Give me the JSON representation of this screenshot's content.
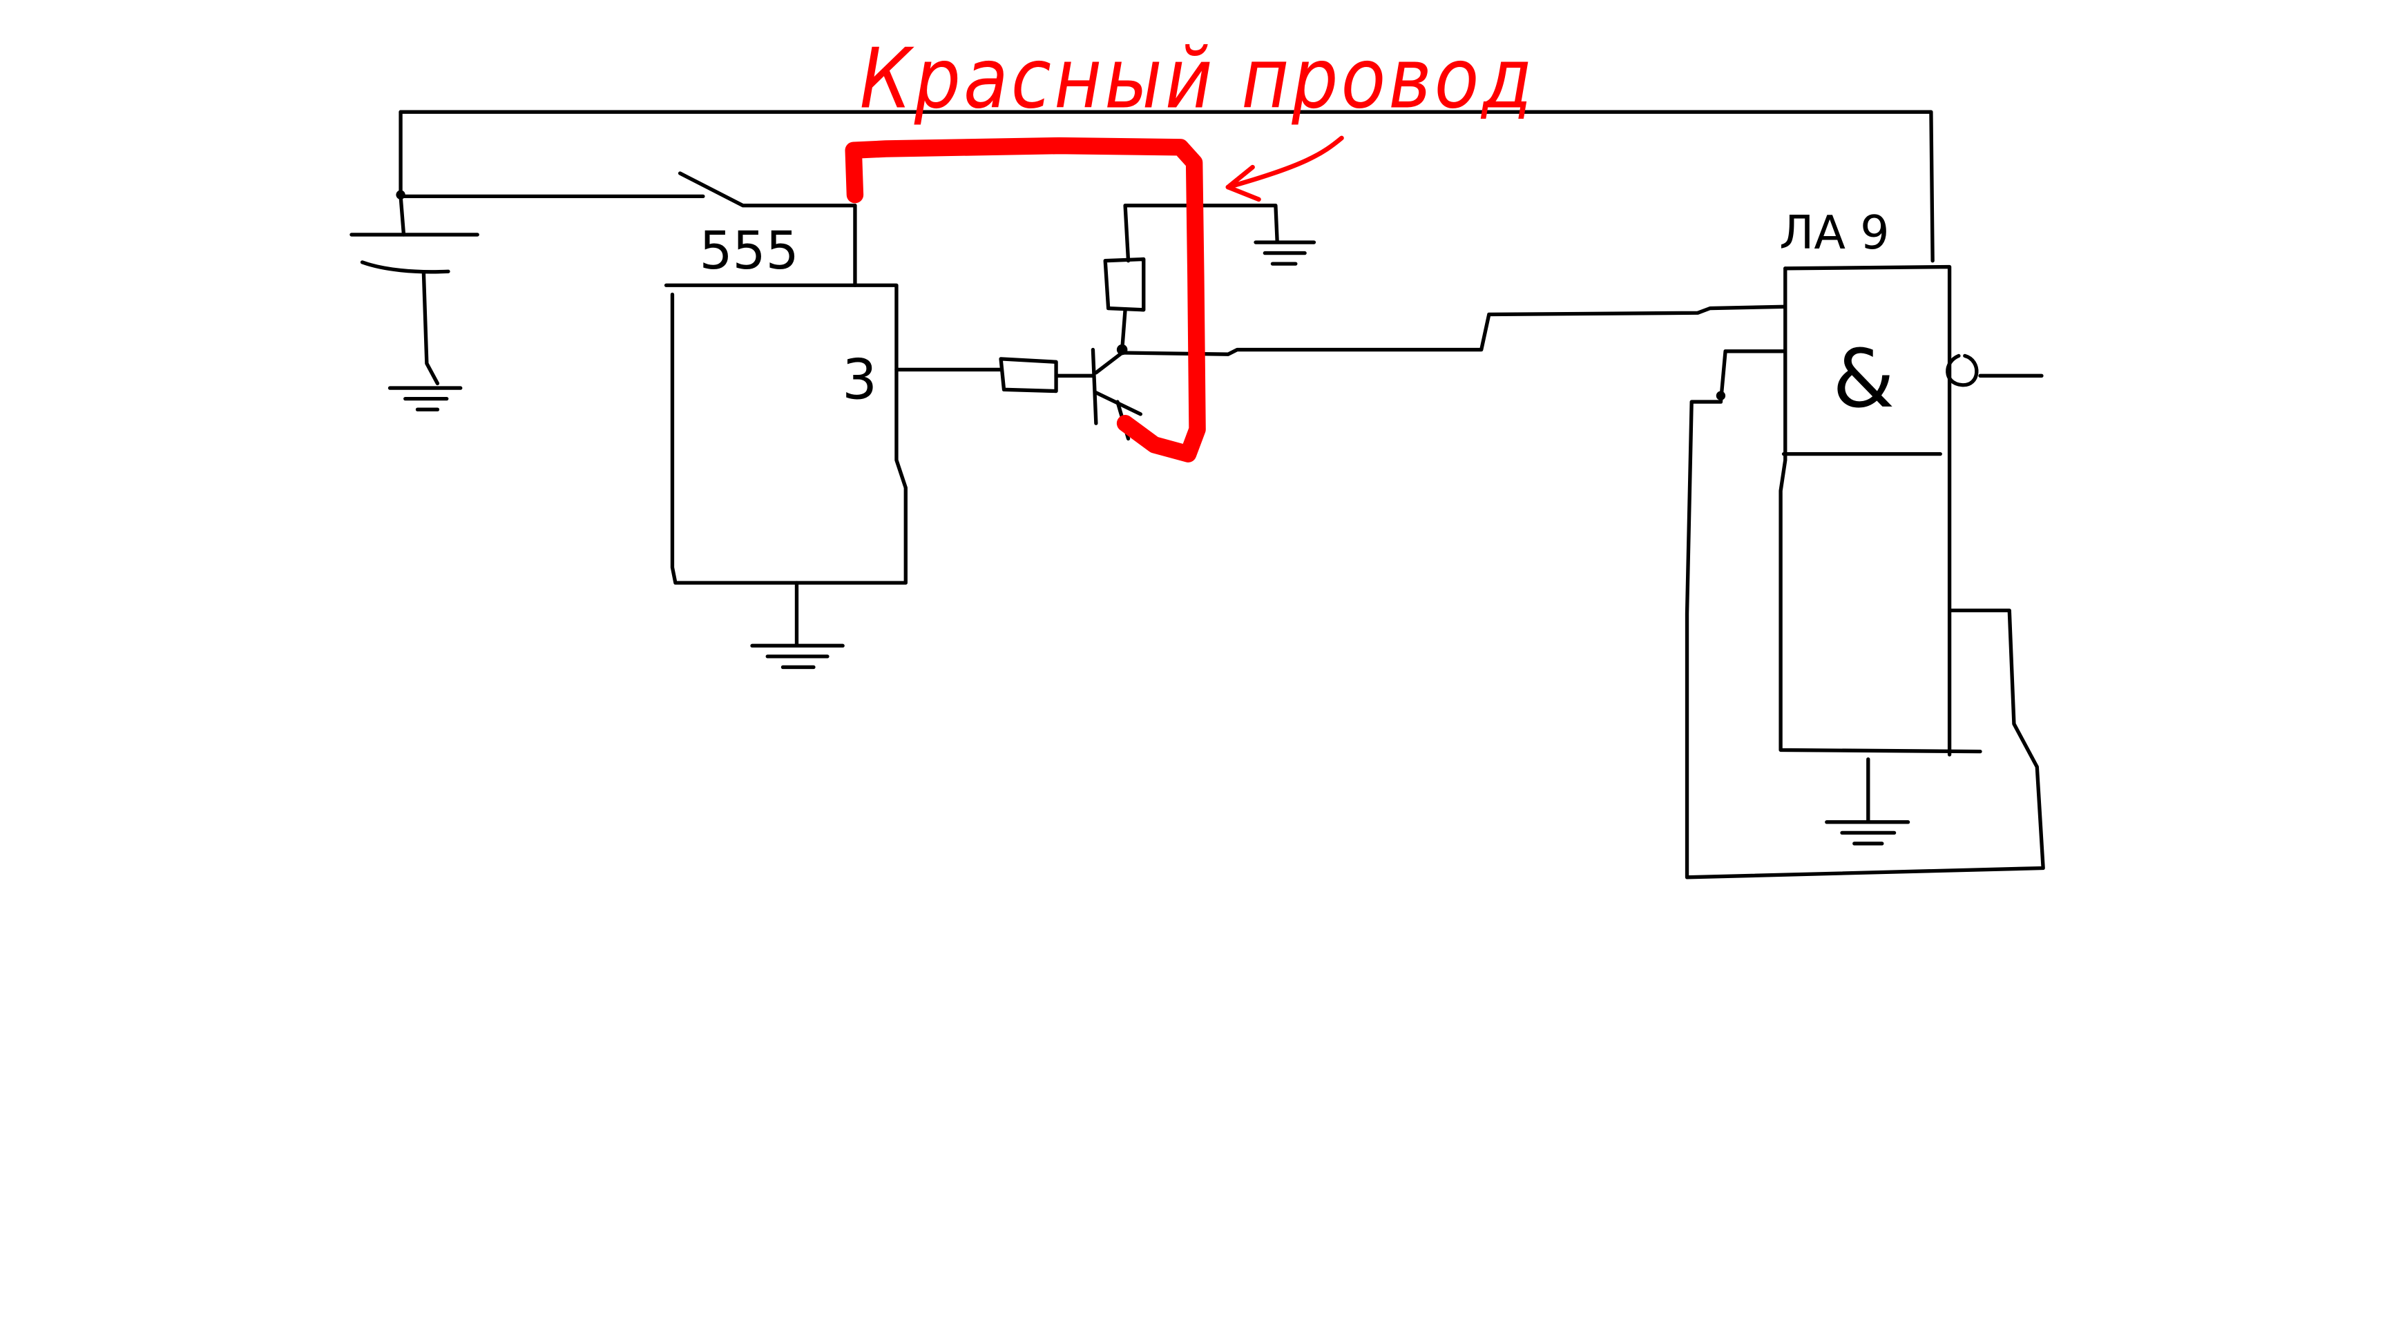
{
  "diagram": {
    "annotation": {
      "text": "Красный провод",
      "color": "#ff0000"
    },
    "timer_chip": {
      "label": "555",
      "pin_label": "3"
    },
    "logic_chip": {
      "label": "ЛА 9",
      "gate_symbol": "&"
    },
    "wire_color": "#000000",
    "highlight_color": "#ff0000",
    "background": "#ffffff"
  }
}
